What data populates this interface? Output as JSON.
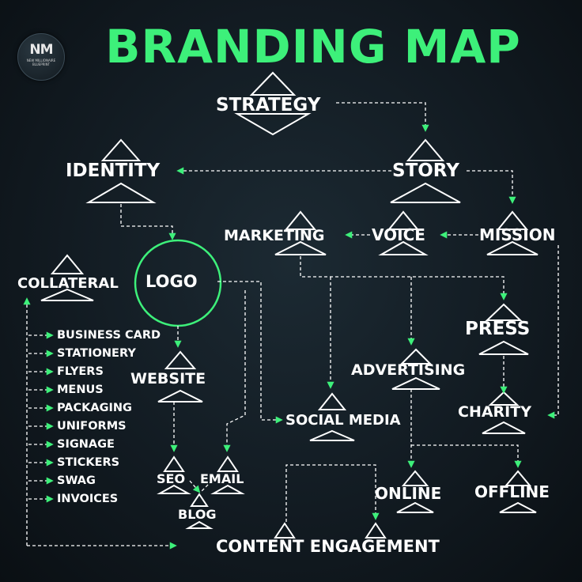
{
  "brand": {
    "mark": "NM",
    "subtext": "NEW MILLIONAIRE BLUEPRINT"
  },
  "title": "BRANDING MAP",
  "nodes": {
    "strategy": "STRATEGY",
    "identity": "IDENTITY",
    "story": "STORY",
    "marketing": "MARKETING",
    "voice": "VOICE",
    "mission": "MISSION",
    "collateral": "COLLATERAL",
    "logo": "LOGO",
    "press": "PRESS",
    "website": "WEBSITE",
    "advertising": "ADVERTISING",
    "social_media": "SOCIAL MEDIA",
    "charity": "CHARITY",
    "seo": "SEO",
    "email": "EMAIL",
    "blog": "BLOG",
    "online": "ONLINE",
    "offline": "OFFLINE",
    "content_engagement": "CONTENT ENGAGEMENT"
  },
  "collateral_items": [
    "BUSINESS CARD",
    "STATIONERY",
    "FLYERS",
    "MENUS",
    "PACKAGING",
    "UNIFORMS",
    "SIGNAGE",
    "STICKERS",
    "SWAG",
    "INVOICES"
  ],
  "colors": {
    "accent": "#3df07a",
    "background": "#121b22",
    "text": "#ffffff"
  }
}
